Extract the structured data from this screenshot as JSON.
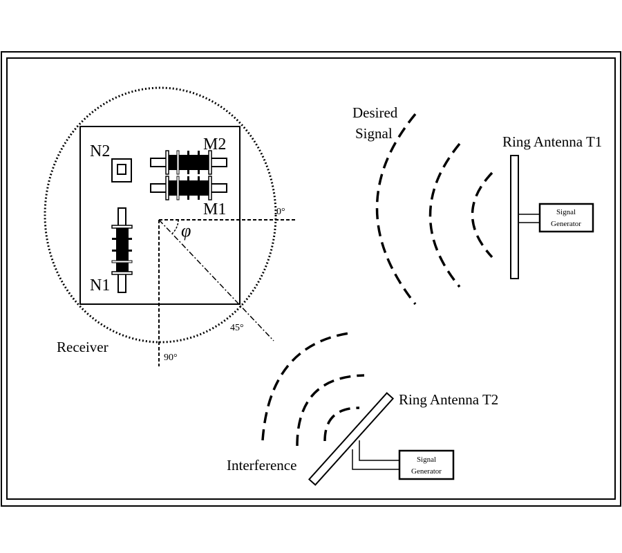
{
  "receiver": {
    "label": "Receiver",
    "coils": {
      "n1": "N1",
      "n2": "N2",
      "m1": "M1",
      "m2": "M2"
    },
    "angles": {
      "zero": "0°",
      "forty_five": "45°",
      "ninety": "90°",
      "phi": "φ"
    }
  },
  "desired": {
    "line1": "Desired",
    "line2": "Signal"
  },
  "t1": {
    "label": "Ring Antenna T1",
    "gen_line1": "Signal",
    "gen_line2": "Generator"
  },
  "t2": {
    "label": "Ring Antenna T2",
    "gen_line1": "Signal",
    "gen_line2": "Generator"
  },
  "interference": {
    "label": "Interference"
  }
}
